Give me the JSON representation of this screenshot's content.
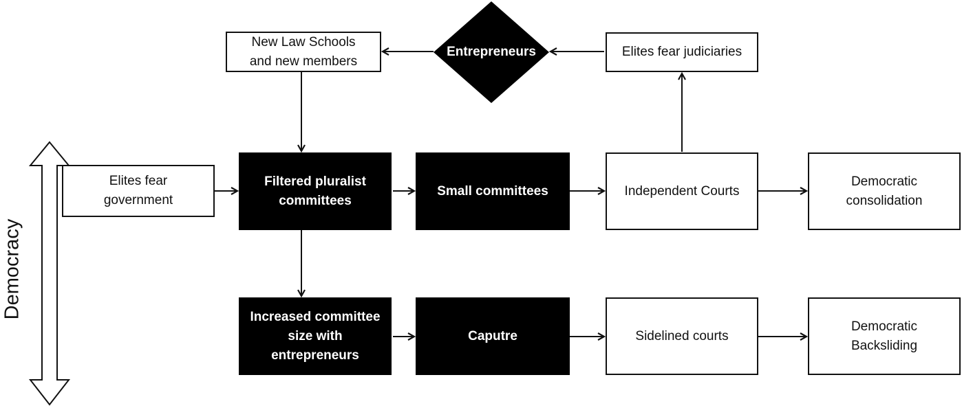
{
  "axis": {
    "label": "Democracy"
  },
  "nodes": {
    "new_law_schools": {
      "lines": [
        "New Law Schools",
        "and new members"
      ]
    },
    "entrepreneurs": {
      "label": "Entrepreneurs"
    },
    "elites_fear_judiciaries": {
      "lines": [
        "Elites fear judiciaries"
      ]
    },
    "elites_fear_government": {
      "lines": [
        "Elites fear",
        "government"
      ]
    },
    "filtered_pluralist_committees": {
      "lines": [
        "Filtered pluralist",
        "committees"
      ]
    },
    "small_committees": {
      "lines": [
        "Small committees"
      ]
    },
    "independent_courts": {
      "lines": [
        "Independent Courts"
      ]
    },
    "democratic_consolidation": {
      "lines": [
        "Democratic",
        "consolidation"
      ]
    },
    "increased_committee_size": {
      "lines": [
        "Increased committee",
        "size with",
        "entrepreneurs"
      ]
    },
    "caputre": {
      "lines": [
        "Caputre"
      ]
    },
    "sidelined_courts": {
      "lines": [
        "Sidelined courts"
      ]
    },
    "democratic_backsliding": {
      "lines": [
        "Democratic",
        "Backsliding"
      ]
    }
  },
  "colors": {
    "dark_fill": "#000000",
    "light_fill": "#ffffff",
    "stroke": "#111111"
  }
}
